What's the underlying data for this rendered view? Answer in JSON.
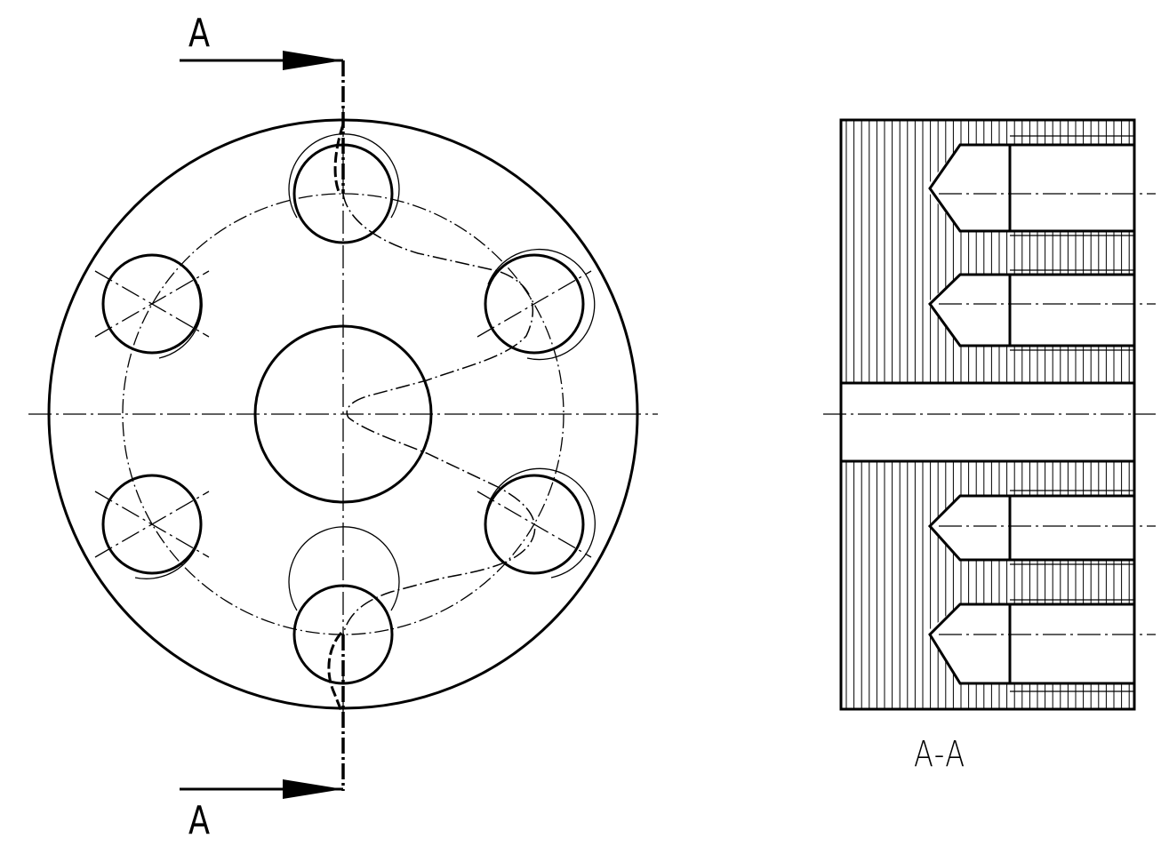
{
  "labels": {
    "section_marker_top": "A",
    "section_marker_bottom": "A",
    "section_title": "A-A"
  },
  "colors": {
    "line": "#000000",
    "background": "#ffffff"
  }
}
